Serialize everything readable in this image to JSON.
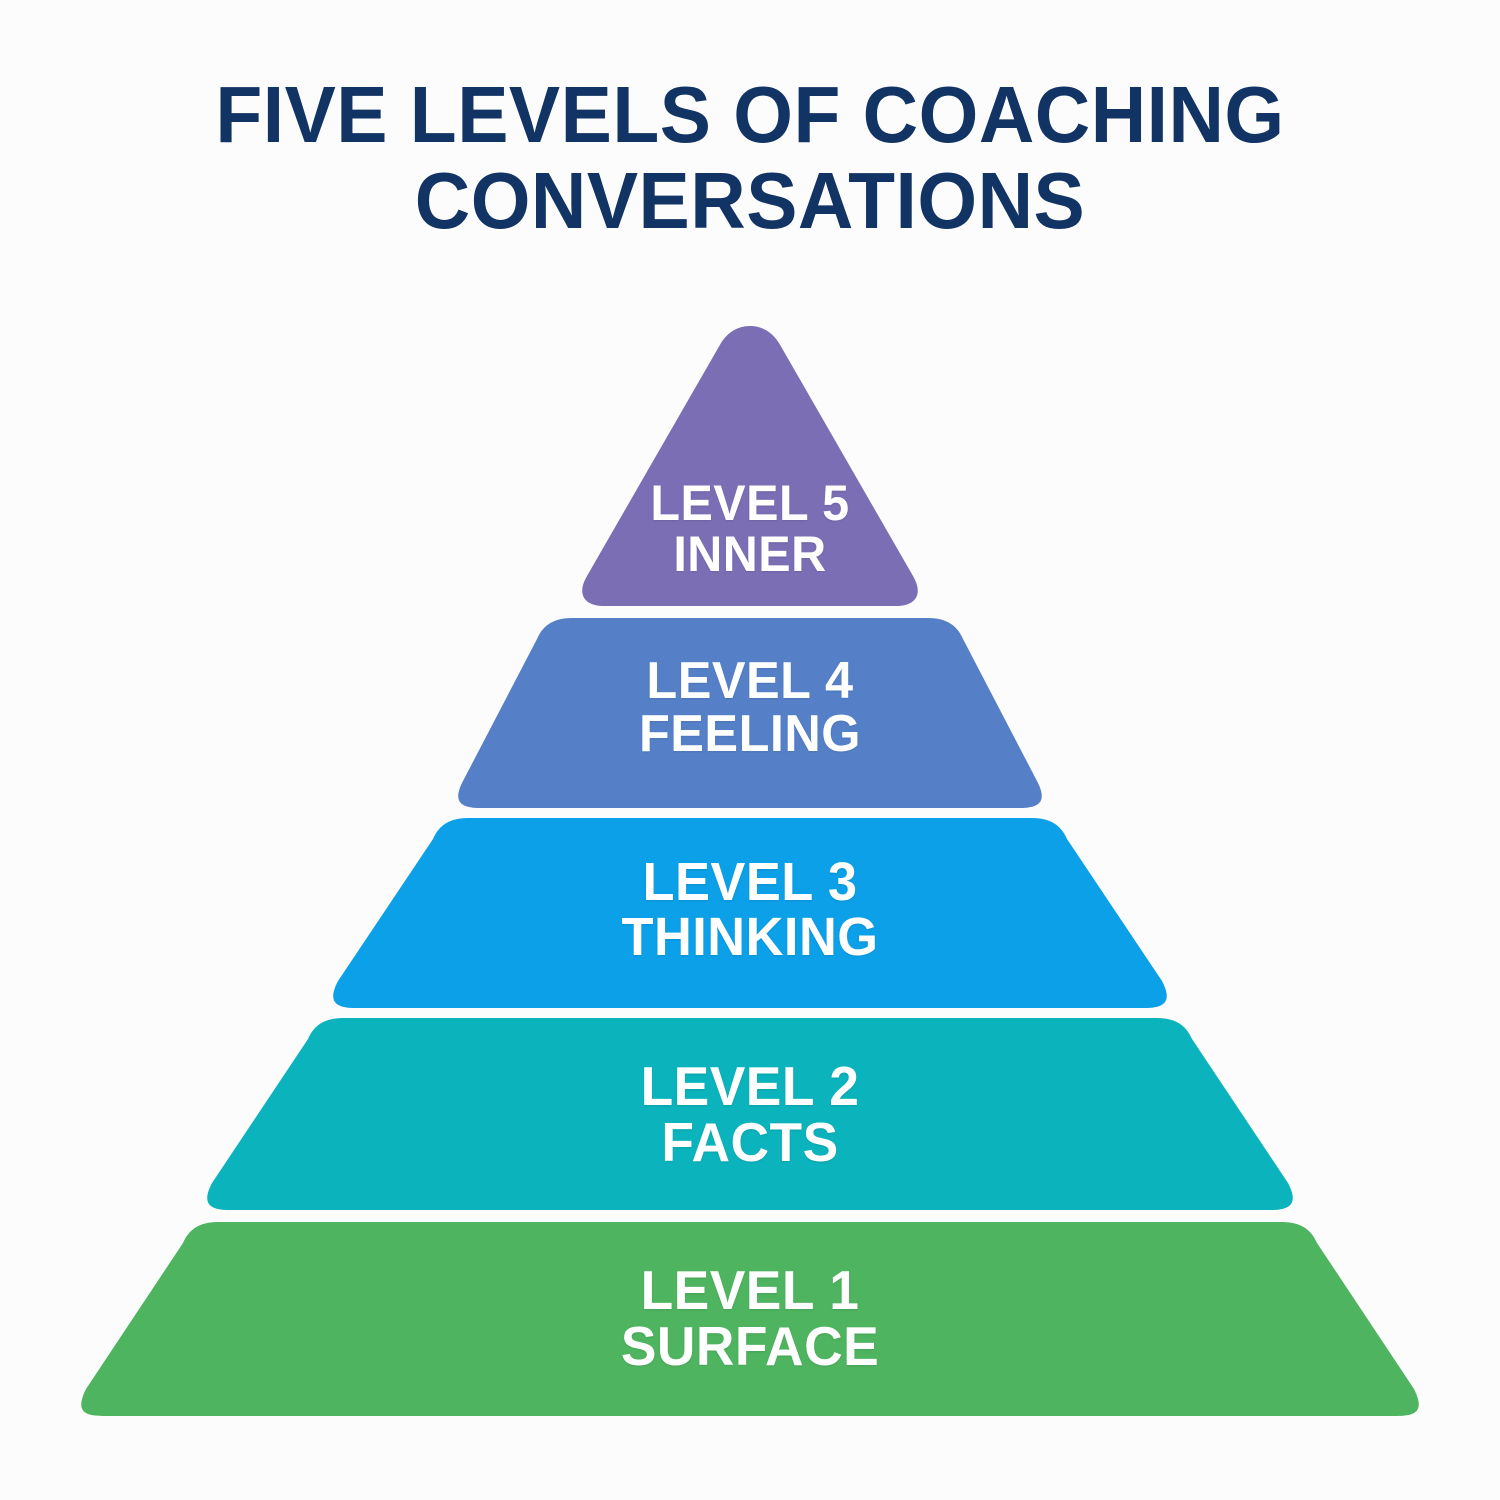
{
  "title": {
    "line1": "FIVE LEVELS OF COACHING",
    "line2": "CONVERSATIONS",
    "color": "#123464"
  },
  "background_color": "#fcfcfc",
  "chart_data": {
    "type": "pyramid",
    "title": "FIVE LEVELS OF COACHING CONVERSATIONS",
    "orientation": "bottom-to-top",
    "levels": [
      {
        "level_label": "LEVEL 5",
        "name": "INNER",
        "rank": 5,
        "color": "#7b6eb5",
        "shape": "triangle",
        "text_color": "#ffffff"
      },
      {
        "level_label": "LEVEL 4",
        "name": "FEELING",
        "rank": 4,
        "color": "#5580c8",
        "shape": "trapezoid",
        "text_color": "#ffffff"
      },
      {
        "level_label": "LEVEL 3",
        "name": "THINKING",
        "rank": 3,
        "color": "#0ca0e8",
        "shape": "trapezoid",
        "text_color": "#ffffff"
      },
      {
        "level_label": "LEVEL 2",
        "name": "FACTS",
        "rank": 2,
        "color": "#0bb3bc",
        "shape": "trapezoid",
        "text_color": "#ffffff"
      },
      {
        "level_label": "LEVEL 1",
        "name": "SURFACE",
        "rank": 1,
        "color": "#4eb45f",
        "shape": "trapezoid",
        "text_color": "#ffffff"
      }
    ]
  }
}
